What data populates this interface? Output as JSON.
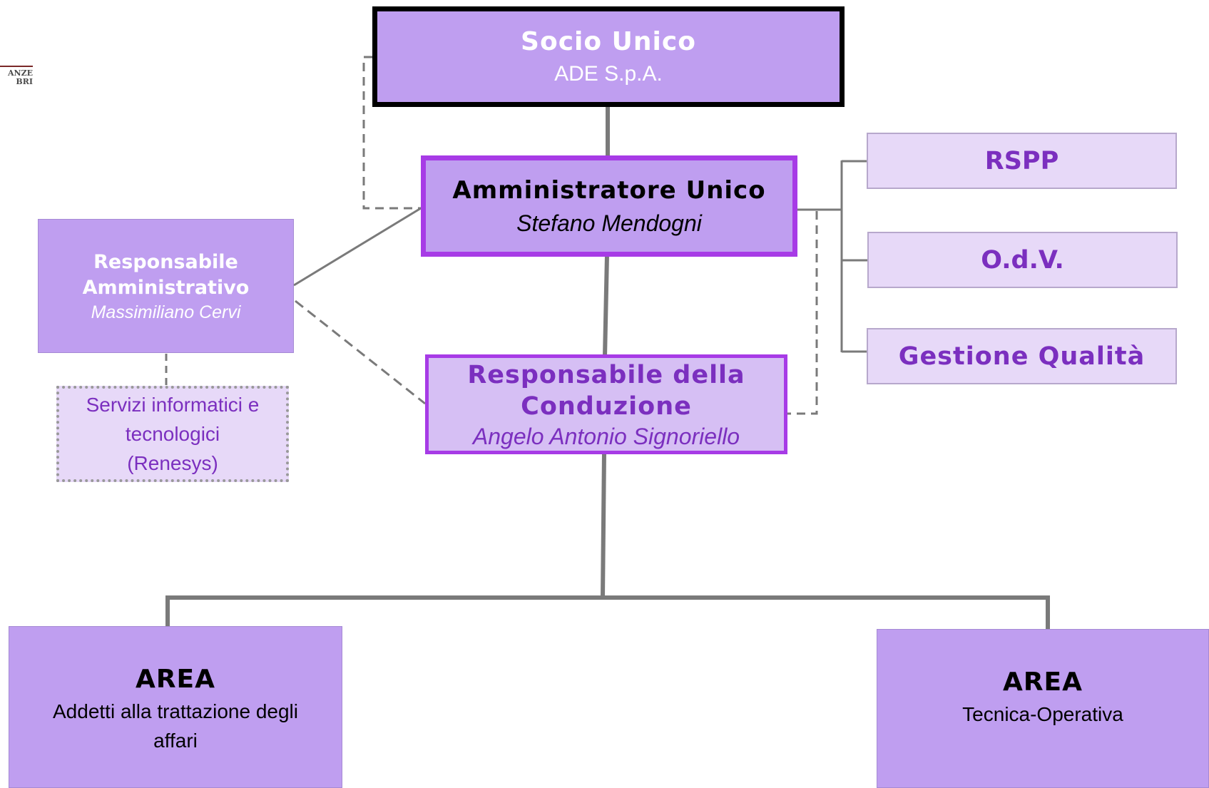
{
  "logo": {
    "lines": [
      "ANZE",
      "BRI"
    ]
  },
  "nodes": {
    "socio_unico": {
      "title": "Socio Unico",
      "subtitle": "ADE S.p.A."
    },
    "amministratore": {
      "title": "Amministratore Unico",
      "subtitle": "Stefano Mendogni"
    },
    "resp_amministrativo": {
      "title_line1": "Responsabile",
      "title_line2": "Amministrativo",
      "subtitle": "Massimiliano Cervi"
    },
    "servizi_informatici": {
      "line1": "Servizi informatici e",
      "line2": "tecnologici",
      "line3": "(Renesys)"
    },
    "resp_conduzione": {
      "title_line1": "Responsabile della",
      "title_line2": "Conduzione",
      "subtitle": "Angelo Antonio Signoriello"
    },
    "rspp": {
      "title": "RSPP"
    },
    "odv": {
      "title": "O.d.V."
    },
    "gestione_qualita": {
      "title": "Gestione Qualità"
    },
    "area_affari": {
      "title": "AREA",
      "line1": "Addetti alla trattazione degli",
      "line2": "affari"
    },
    "area_tecnica": {
      "title": "AREA",
      "subtitle": "Tecnica-Operativa"
    }
  },
  "colors": {
    "box_fill": "#bf9ef0",
    "box_fill_light": "#e7d9f8",
    "box_fill_mid": "#d6bff4",
    "accent_purple": "#7b2fbf",
    "bright_purple": "#a73be6",
    "connector_gray": "#7a7a7a",
    "black": "#000000",
    "white": "#ffffff"
  }
}
